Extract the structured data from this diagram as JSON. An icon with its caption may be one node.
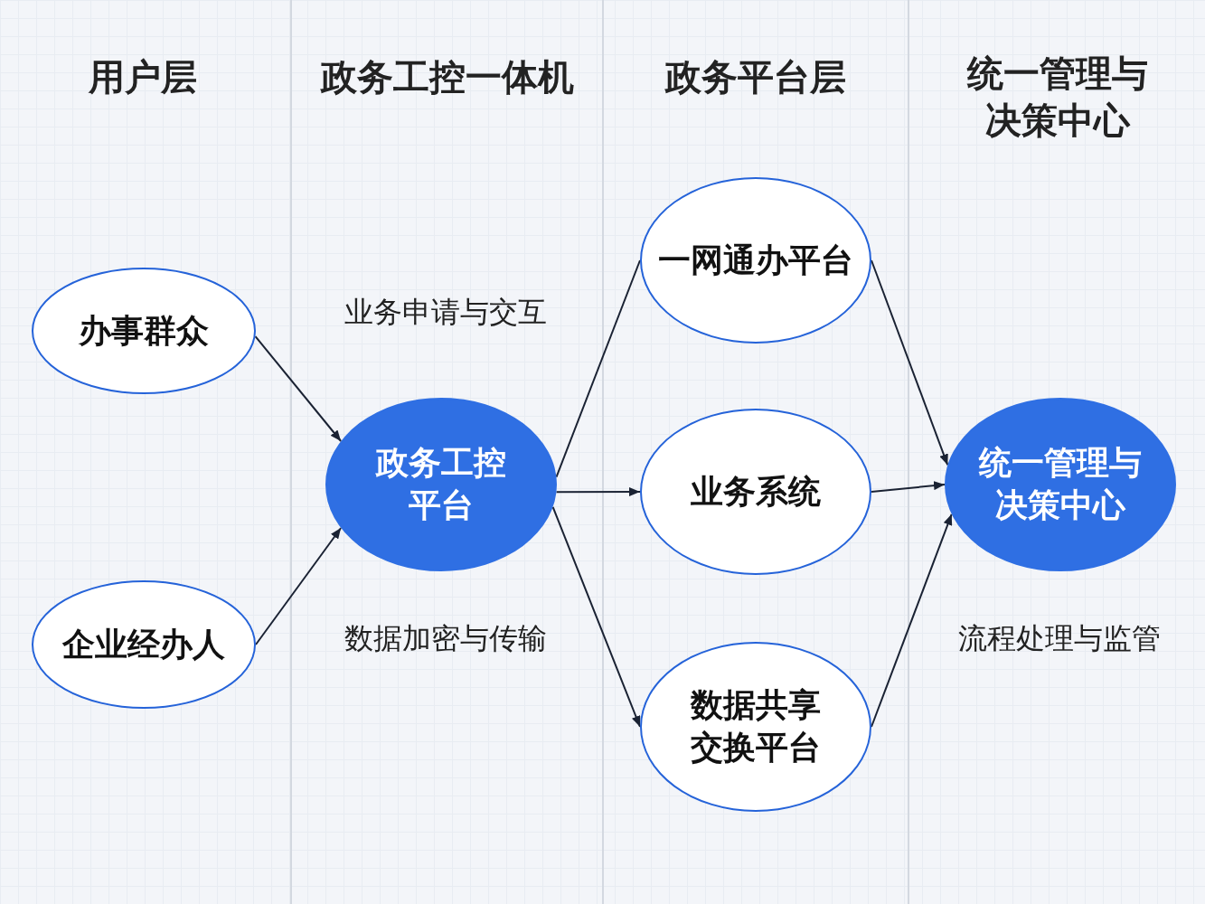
{
  "diagram": {
    "nodes": [
      {
        "text": [
          "办事群众"
        ]
      },
      {
        "text": [
          "企业经办人"
        ]
      },
      {
        "text": [
          "政务工控平台"
        ]
      },
      {
        "text": [
          "一网通办平台"
        ]
      },
      {
        "text": [
          "业务系统"
        ]
      },
      {
        "text": [
          "数据共享交换平台"
        ]
      },
      {
        "text": [
          "统一管理与决策中心"
        ]
      }
    ],
    "edges": [
      {
        "from": 0,
        "to": 2,
        "arrow": "to"
      },
      {
        "from": 1,
        "to": 2,
        "arrow": "to"
      },
      {
        "from": 2,
        "to": 3,
        "arrow": "none"
      },
      {
        "from": 2,
        "to": 4,
        "arrow": "to"
      },
      {
        "from": 2,
        "to": 5,
        "arrow": "to"
      },
      {
        "from": 3,
        "to": 6,
        "arrow": "to"
      },
      {
        "from": 4,
        "to": 6,
        "arrow": "to"
      },
      {
        "from": 5,
        "to": 6,
        "arrow": "to"
      }
    ],
    "labels": [
      "用户层",
      "政务工控一体机",
      "政务平台层",
      "统一管理与决策中心",
      "业务申请与交互",
      "数据加密与传输",
      "流程处理与监管"
    ]
  }
}
